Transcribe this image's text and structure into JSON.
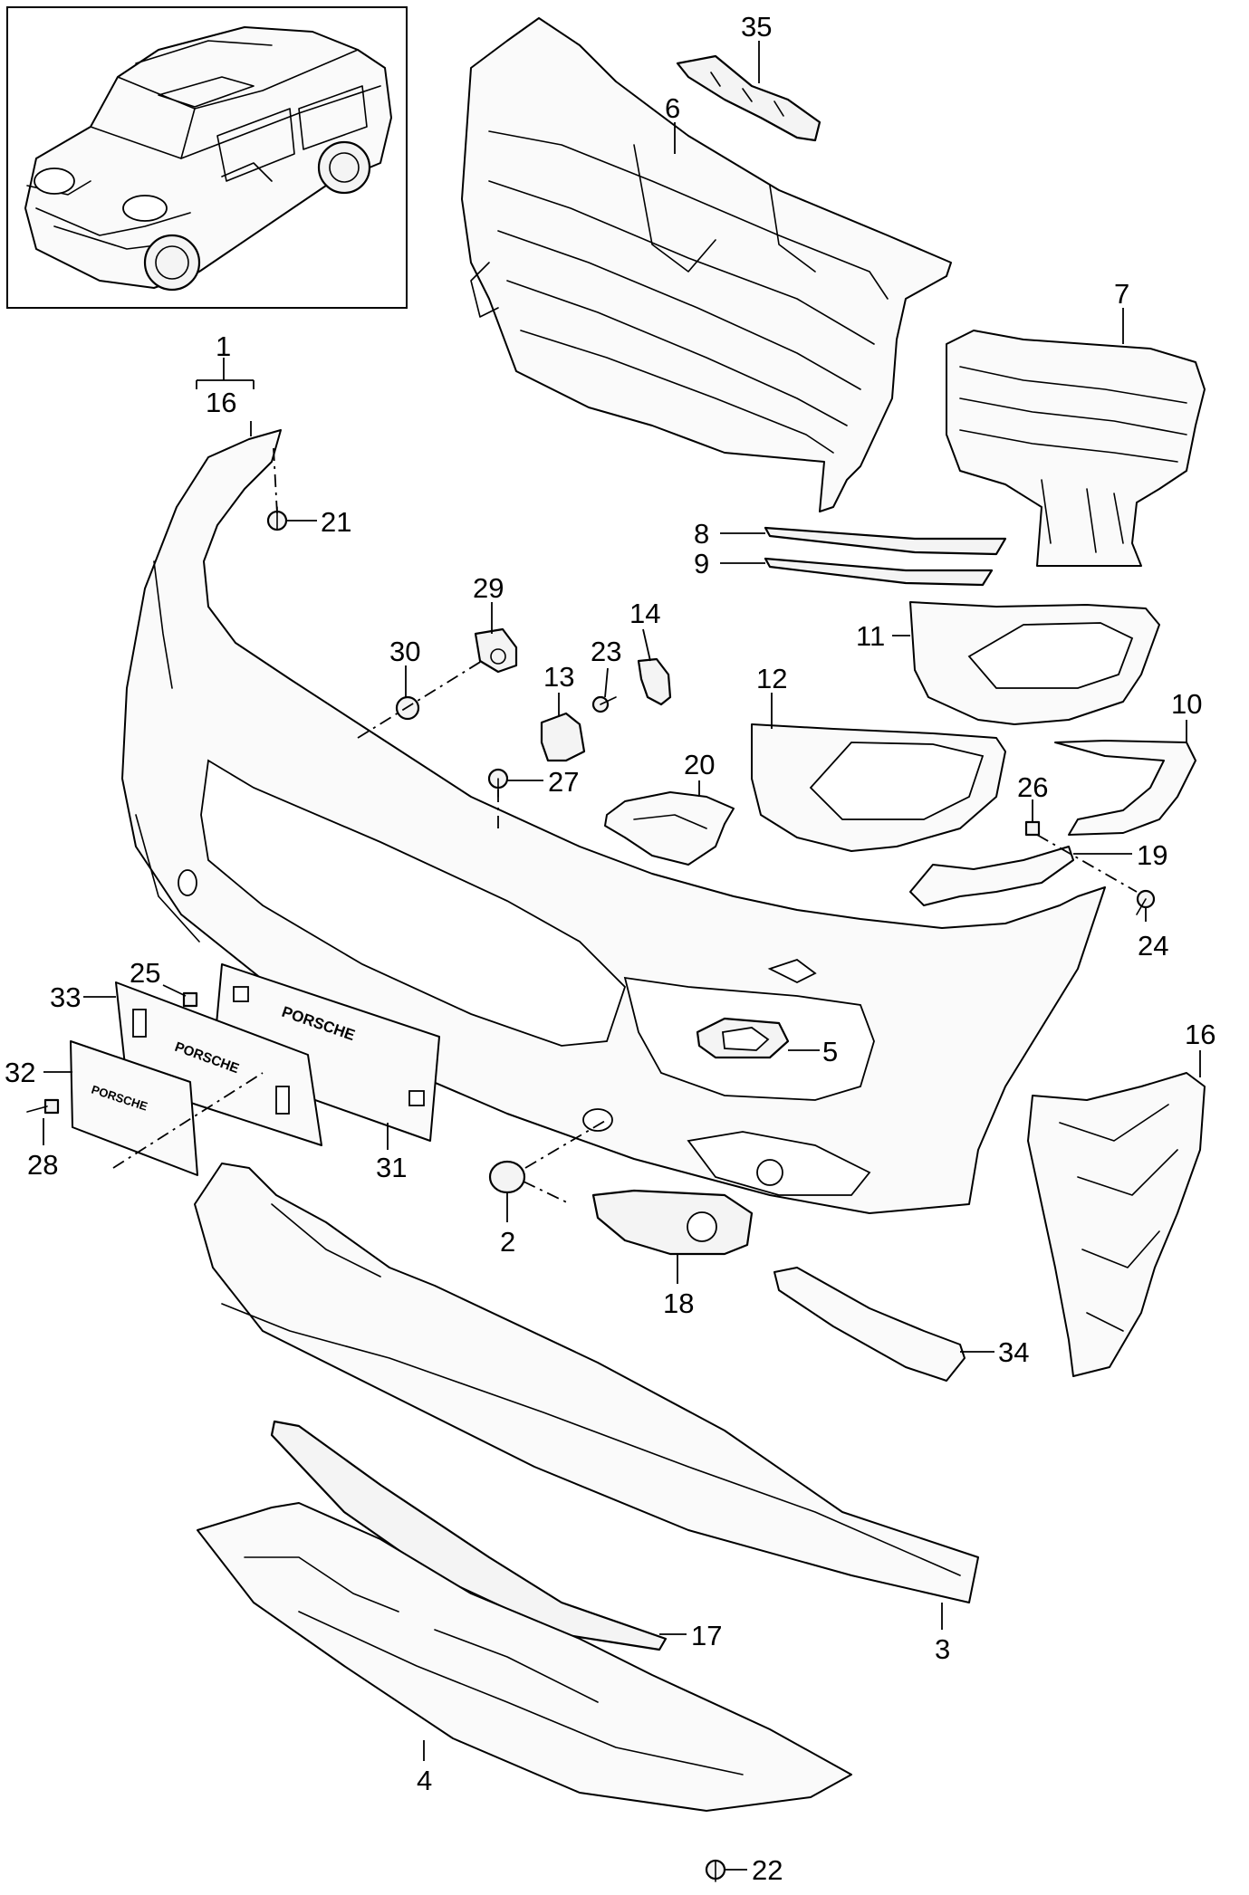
{
  "figure": {
    "callouts": {
      "c1": "1",
      "c16a": "16",
      "c21": "21",
      "c29": "29",
      "c30": "30",
      "c14": "14",
      "c23": "23",
      "c13": "13",
      "c27": "27",
      "c35": "35",
      "c6": "6",
      "c7": "7",
      "c8": "8",
      "c9": "9",
      "c11": "11",
      "c12": "12",
      "c20": "20",
      "c10": "10",
      "c26": "26",
      "c19": "19",
      "c24": "24",
      "c25": "25",
      "c33": "33",
      "c5": "5",
      "c16b": "16",
      "c32": "32",
      "c28": "28",
      "c31": "31",
      "c2": "2",
      "c18": "18",
      "c34": "34",
      "c17": "17",
      "c3": "3",
      "c4": "4",
      "c22": "22"
    },
    "plate_text": {
      "plate_31": "PORSCHE",
      "plate_33": "PORSCHE",
      "plate_32": "PORSCHE"
    }
  }
}
